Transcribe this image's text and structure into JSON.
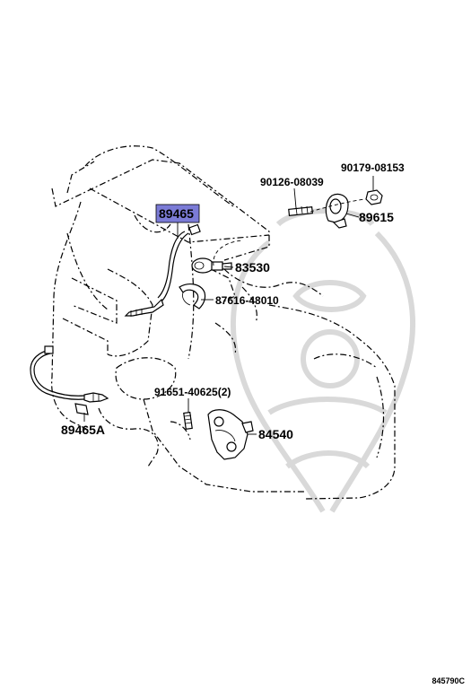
{
  "diagram_code": "845790C",
  "highlight_color": "#7b7bd6",
  "parts": [
    {
      "id": "p89465",
      "number": "89465",
      "highlighted": true
    },
    {
      "id": "p89465A",
      "number": "89465A",
      "highlighted": false
    },
    {
      "id": "p90126",
      "number": "90126-08039",
      "highlighted": false
    },
    {
      "id": "p90179",
      "number": "90179-08153",
      "highlighted": false
    },
    {
      "id": "p89615",
      "number": "89615",
      "highlighted": false
    },
    {
      "id": "p83530",
      "number": "83530",
      "highlighted": false
    },
    {
      "id": "p87616",
      "number": "87616-48010",
      "highlighted": false
    },
    {
      "id": "p91651",
      "number": "91651-40625",
      "qty_text": "(2)",
      "highlighted": false
    },
    {
      "id": "p84540",
      "number": "84540",
      "highlighted": false
    }
  ]
}
